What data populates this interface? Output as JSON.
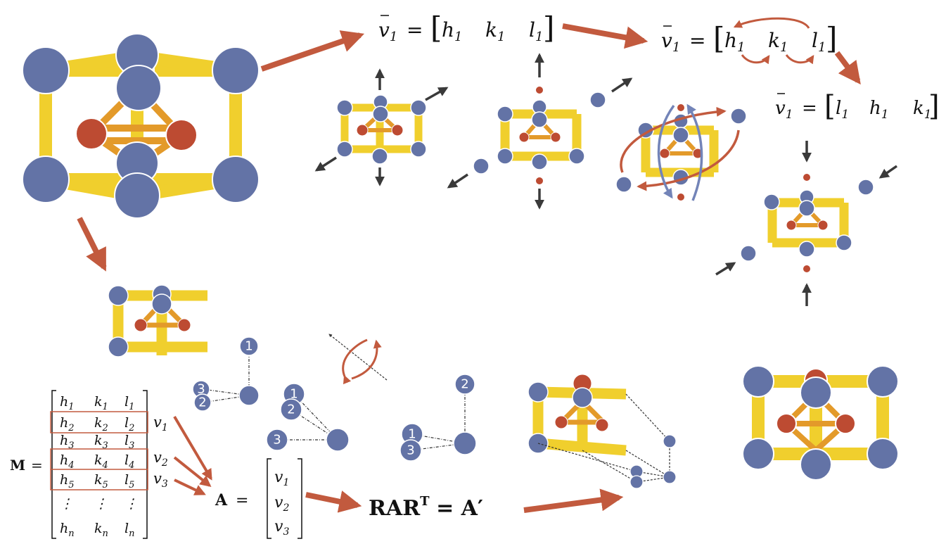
{
  "colors": {
    "blue_atom": "#6373a6",
    "red_atom": "#bd4b32",
    "yellow_bond": "#f0cf2d",
    "orange_bond": "#e39a2a",
    "process_arrow": "#c25a3e",
    "dark_arrow": "#3a3a3a",
    "rotation_blue": "#7384b8"
  },
  "equations": {
    "eq1": {
      "lhs": "v⃗1",
      "rhs": [
        "h",
        "1",
        "k",
        "1",
        "l",
        "1"
      ]
    },
    "eq2": {
      "lhs": "v⃗1",
      "rhs": [
        "h",
        "1",
        "k",
        "1",
        "l",
        "1"
      ]
    },
    "eq3": {
      "lhs": "v⃗1",
      "rhs": [
        "l",
        "1",
        "h",
        "1",
        "k",
        "1"
      ]
    },
    "matrix_label": "M",
    "matrix_rows": [
      [
        "h1",
        "k1",
        "l1"
      ],
      [
        "h2",
        "k2",
        "l2"
      ],
      [
        "h3",
        "k3",
        "l3"
      ],
      [
        "h4",
        "k4",
        "l4"
      ],
      [
        "h5",
        "k5",
        "l5"
      ],
      [
        "⋮",
        "⋮",
        "⋮"
      ],
      [
        "hn",
        "kn",
        "ln"
      ]
    ],
    "row_labels": [
      "v⃗1",
      "v⃗2",
      "v⃗3"
    ],
    "A_label": "A",
    "A_vector": [
      "v⃗1",
      "v⃗2",
      "v⃗3"
    ],
    "transform": "RAR",
    "transform_sup": "T",
    "transform_result": "= A′"
  },
  "node_labels": [
    "1",
    "2",
    "3"
  ]
}
